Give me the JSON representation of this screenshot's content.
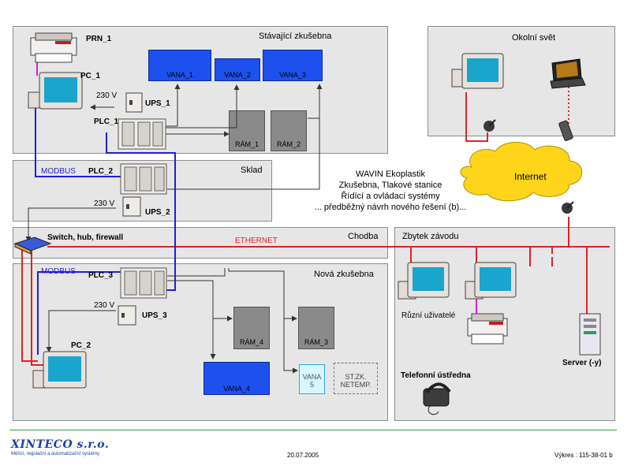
{
  "regions": {
    "stavajici": "Stávající zkušebna",
    "sklad": "Sklad",
    "chodba": "Chodba",
    "nova": "Nová zkušebna",
    "okolni": "Okolní svět",
    "zbytek": "Zbytek závodu"
  },
  "devices": {
    "prn1": "PRN_1",
    "pc1": "PC_1",
    "ups1": "UPS_1",
    "plc1": "PLC_1",
    "plc2": "PLC_2",
    "ups2": "UPS_2",
    "plc3": "PLC_3",
    "ups3": "UPS_3",
    "pc2": "PC_2",
    "switch": "Switch, hub, firewall",
    "server": "Server (-y)",
    "users": "Různí uživatelé",
    "phone": "Telefonní ústředna",
    "internet": "Internet"
  },
  "power": {
    "v1": "230 V",
    "v2": "230 V",
    "v3": "230 V"
  },
  "links": {
    "modbus1": "MODBUS",
    "modbus2": "MODBUS",
    "ethernet": "ETHERNET"
  },
  "tanks": {
    "vana1": "VANA_1",
    "vana2": "VANA_2",
    "vana3": "VANA_3",
    "vana4": "VANA_4",
    "vana5_l1": "VANA",
    "vana5_l2": "5",
    "stzk_l1": "ST.ZK.",
    "stzk_l2": "NETEMP."
  },
  "frames": {
    "ram1": "RÁM_1",
    "ram2": "RÁM_2",
    "ram3": "RÁM_3",
    "ram4": "RÁM_4"
  },
  "description": {
    "line1": "WAVIN Ekoplastik",
    "line2": "Zkušebna, Tlakové stanice",
    "line3": "Řídící a ovládací systémy",
    "line4": "... předběžný návrh nového řešení (b)..."
  },
  "footer": {
    "logo": "XINTECO s.r.o.",
    "slogan": "Měřicí, regulační a automatizační systémy",
    "date": "20.07.2005",
    "drawing": "Výkres : 115-38-01 b"
  },
  "colors": {
    "region_bg": "#e6e6e6",
    "vana": "#1e50ee",
    "ram": "#8a8a8a",
    "ethernet": "#e32222",
    "modbus": "#1f1fd6",
    "printer_link": "#d81bd8",
    "internet_cloud": "#ffd51c",
    "footer_line": "#2e9e3a"
  }
}
